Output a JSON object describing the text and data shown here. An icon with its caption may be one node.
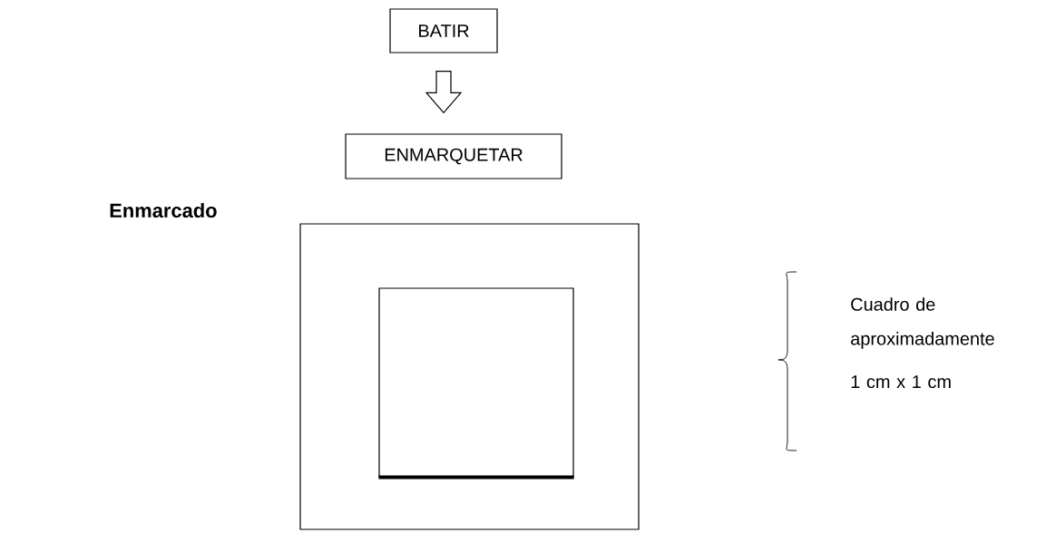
{
  "diagram": {
    "title": "Enmarcado",
    "nodes": [
      {
        "text": [
          "BATIR"
        ]
      },
      {
        "text": [
          "ENMARQUETAR"
        ]
      },
      {
        "text": [],
        "shape": "box"
      },
      {
        "text": [],
        "shape": "box",
        "in": 2
      }
    ],
    "edges": [
      {
        "from": 0,
        "to": 1,
        "arrow": "to"
      }
    ],
    "labels": [
      "Cuadro de aproximadamente",
      "1 cm x 1 cm"
    ]
  }
}
